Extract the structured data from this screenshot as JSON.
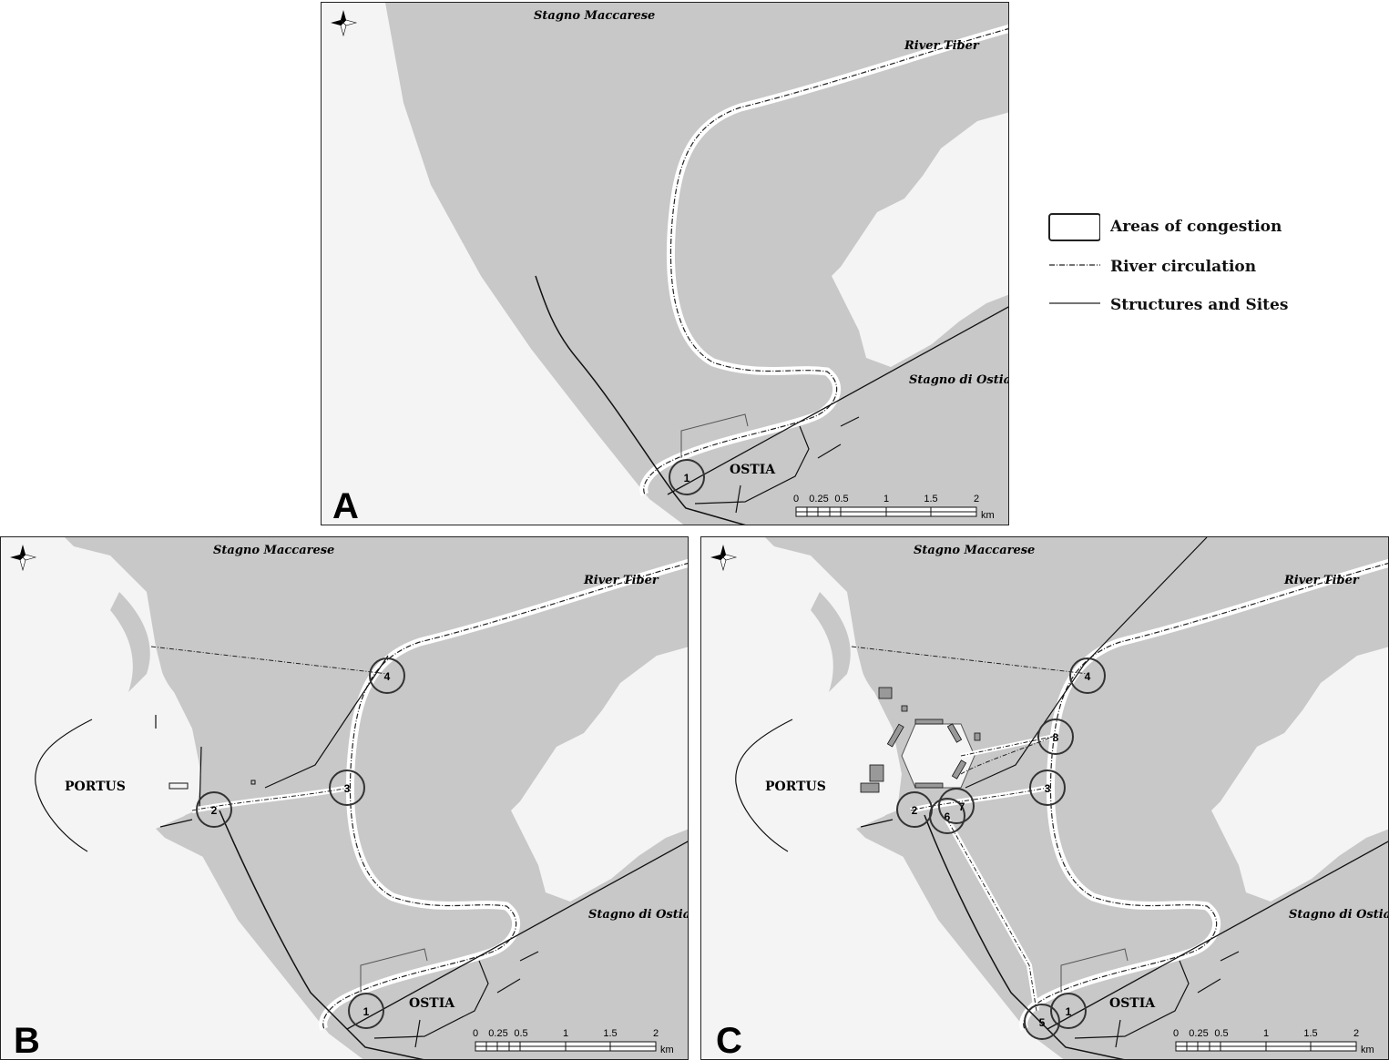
{
  "panels": [
    {
      "id": "A",
      "letter": "A",
      "labels": {
        "stagno_maccarese": "Stagno Maccarese",
        "river_tiber": "River Tiber",
        "stagno_di_ostia": "Stagno di Ostia",
        "ostia": "OSTIA"
      },
      "congestion_areas": [
        "1"
      ]
    },
    {
      "id": "B",
      "letter": "B",
      "labels": {
        "stagno_maccarese": "Stagno Maccarese",
        "river_tiber": "River Tiber",
        "stagno_di_ostia": "Stagno di Ostia",
        "ostia": "OSTIA",
        "portus": "PORTUS"
      },
      "congestion_areas": [
        "1",
        "2",
        "3",
        "4"
      ]
    },
    {
      "id": "C",
      "letter": "C",
      "labels": {
        "stagno_maccarese": "Stagno Maccarese",
        "river_tiber": "River Tiber",
        "stagno_di_ostia": "Stagno di Ostia",
        "ostia": "OSTIA",
        "portus": "PORTUS"
      },
      "congestion_areas": [
        "1",
        "2",
        "3",
        "4",
        "5",
        "6",
        "7",
        "8"
      ]
    }
  ],
  "scale_bar": {
    "ticks": [
      "0",
      "0.25",
      "0.5",
      "1",
      "1.5",
      "2"
    ],
    "unit": "km"
  },
  "legend": {
    "areas_of_congestion": "Areas of congestion",
    "river_circulation": "River circulation",
    "structures_and_sites": "Structures and Sites"
  },
  "colors": {
    "land": "#c8c8c8",
    "water": "#f4f4f4",
    "river": "#ffffff",
    "lines": "#111111",
    "circles": "#333333"
  }
}
